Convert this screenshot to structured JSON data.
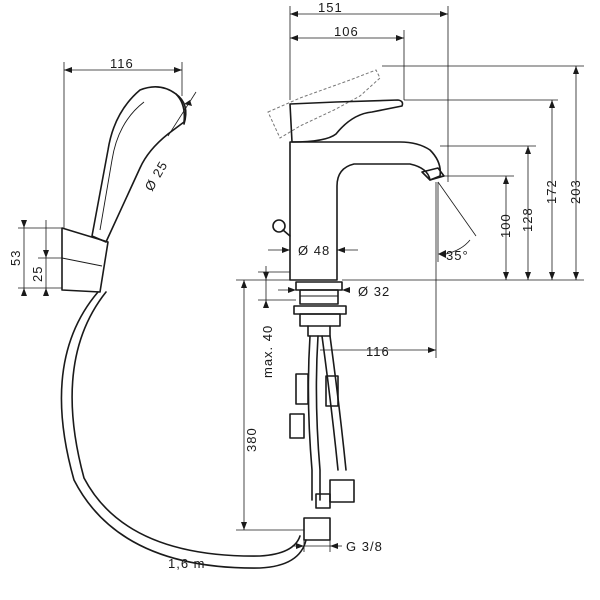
{
  "labels": {
    "w151": "151",
    "w106": "106",
    "w116_top": "116",
    "d25": "Ø 25",
    "h203": "203",
    "h172": "172",
    "h128": "128",
    "h100": "100",
    "d48": "Ø 48",
    "ang35": "35°",
    "h53": "53",
    "h25": "25",
    "d32": "Ø 32",
    "max40": "max. 40",
    "w116_mid": "116",
    "h380": "380",
    "hose": "1,6 m",
    "thread": "G 3/8"
  }
}
